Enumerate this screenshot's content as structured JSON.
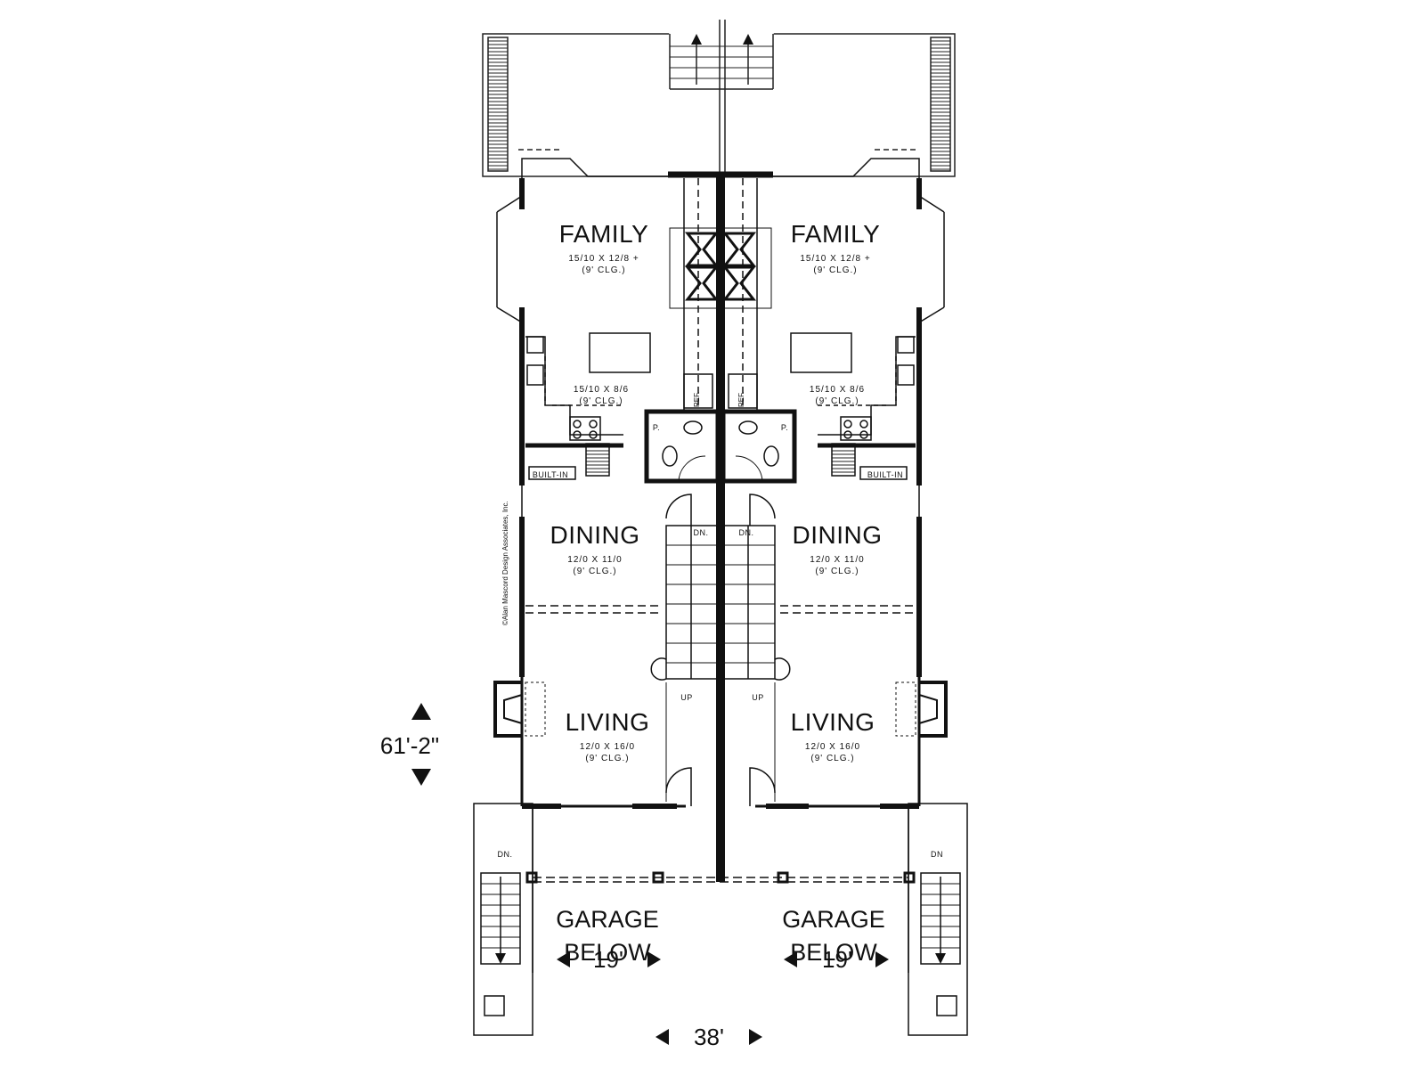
{
  "plan": {
    "rooms": [
      {
        "name": "FAMILY",
        "size": "15/10 X 12/8 +",
        "ceiling": "(9' CLG.)"
      },
      {
        "name": "FAMILY",
        "size": "15/10 X 12/8 +",
        "ceiling": "(9' CLG.)"
      },
      {
        "name": "",
        "size": "15/10 X 8/6",
        "ceiling": "(9' CLG.)"
      },
      {
        "name": "",
        "size": "15/10 X 8/6",
        "ceiling": "(9' CLG.)"
      },
      {
        "name": "DINING",
        "size": "12/0 X 11/0",
        "ceiling": "(9' CLG.)"
      },
      {
        "name": "DINING",
        "size": "12/0 X 11/0",
        "ceiling": "(9' CLG.)"
      },
      {
        "name": "LIVING",
        "size": "12/0 X 16/0",
        "ceiling": "(9' CLG.)"
      },
      {
        "name": "LIVING",
        "size": "12/0 X 16/0",
        "ceiling": "(9' CLG.)"
      }
    ],
    "garage": {
      "line1": "GARAGE",
      "line2": "BELOW"
    },
    "labels": {
      "ref": "REF.",
      "pantry": "P.",
      "built_in": "BUILT-IN",
      "down": "DN.",
      "dn_short": "DN",
      "up": "UP"
    },
    "dimensions": {
      "depth": "61'-2\"",
      "unit_width": "19'",
      "total_width": "38'"
    },
    "copyright": "©Alan Mascord Design Associates, Inc."
  }
}
